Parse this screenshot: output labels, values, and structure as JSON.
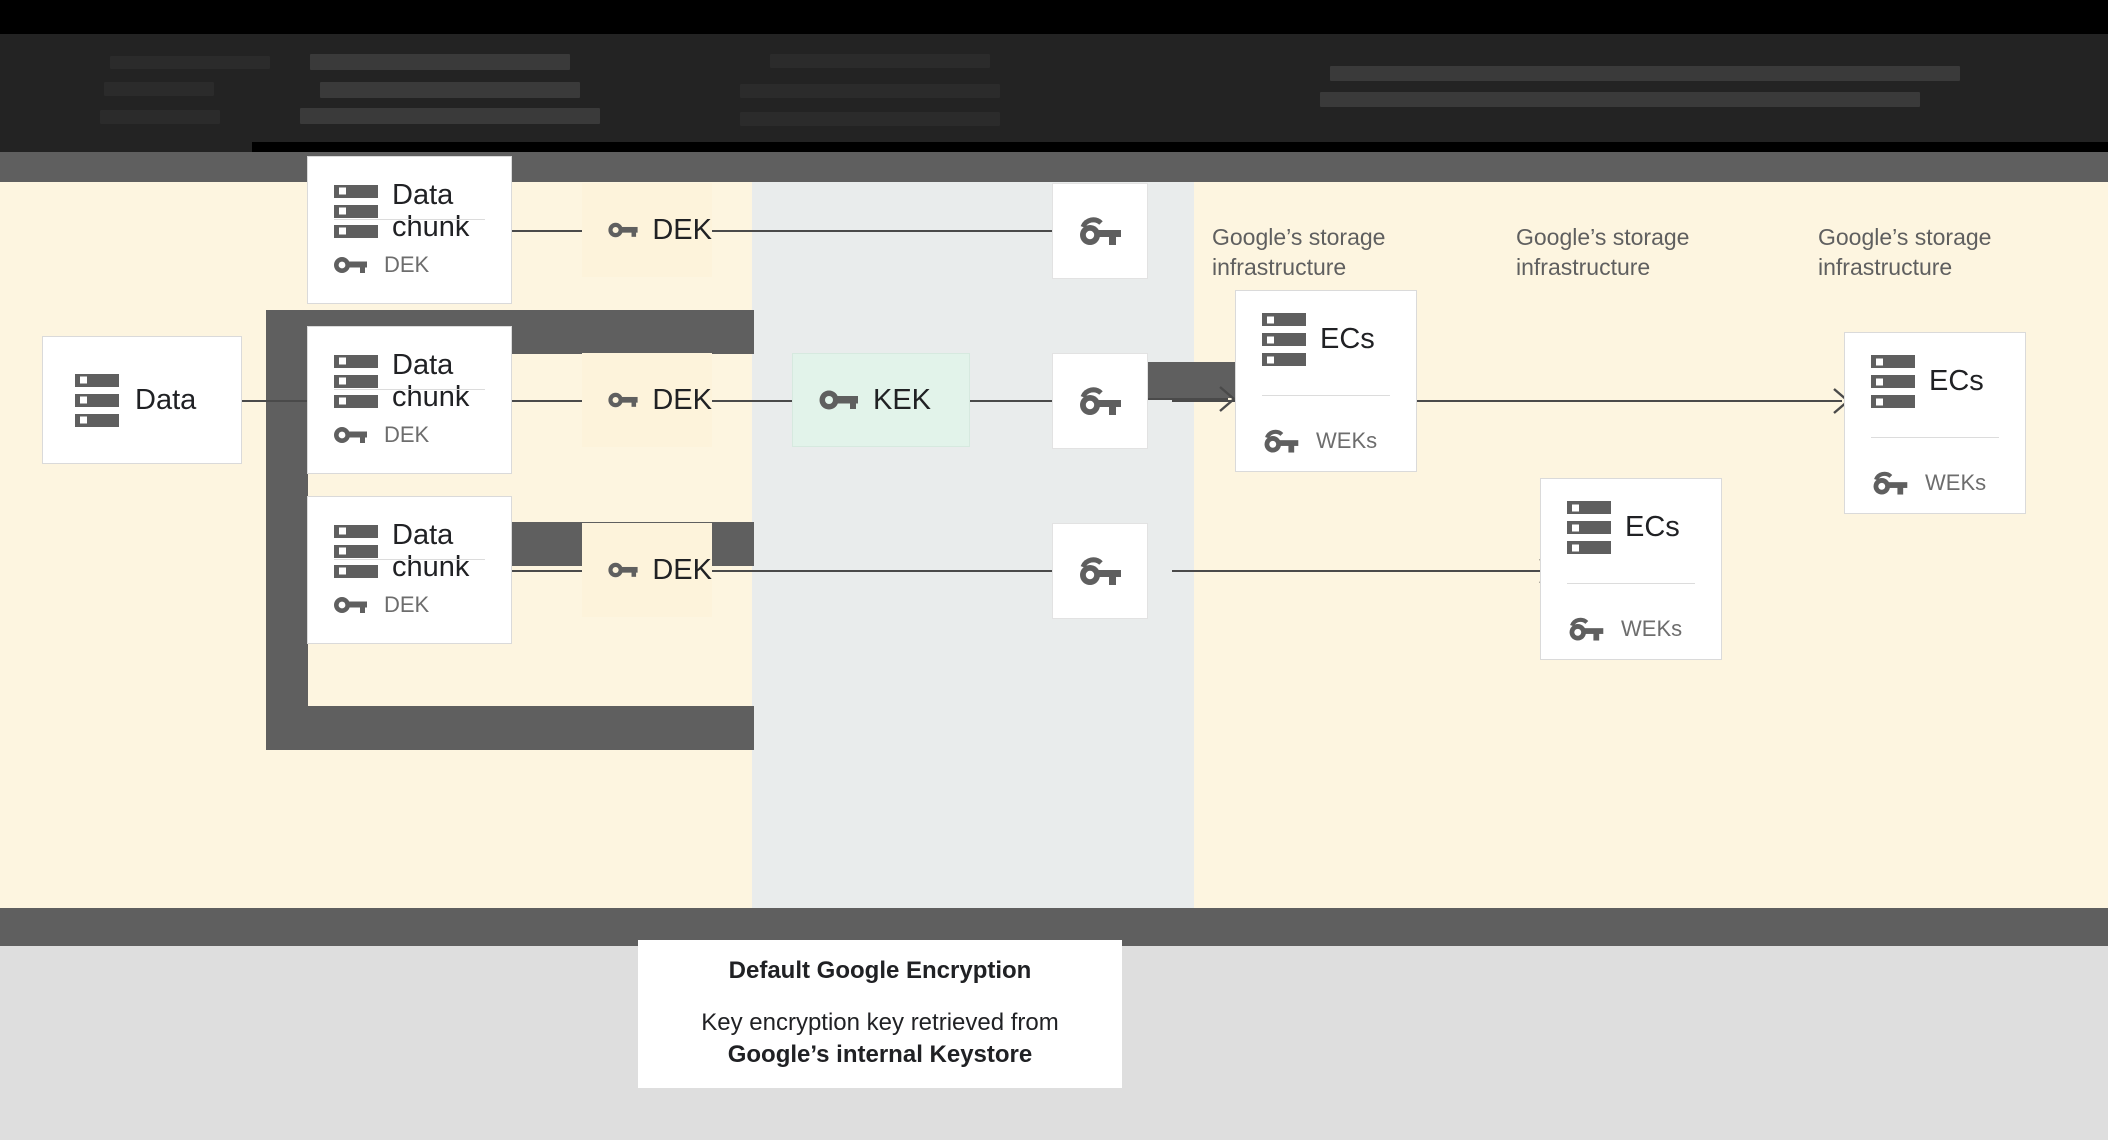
{
  "header": {
    "redacted": true,
    "note": "obscured dark-on-dark text"
  },
  "diagram": {
    "source": {
      "title": "Data",
      "icon": "server-icon"
    },
    "chunks": [
      {
        "title": "Data chunk",
        "sub": "DEK",
        "icon": "server-icon",
        "sub_icon": "key-icon"
      },
      {
        "title": "Data chunk",
        "sub": "DEK",
        "icon": "server-icon",
        "sub_icon": "key-icon"
      },
      {
        "title": "Data chunk",
        "sub": "DEK",
        "icon": "server-icon",
        "sub_icon": "key-icon"
      }
    ],
    "deks": [
      {
        "label": "DEK",
        "icon": "key-icon"
      },
      {
        "label": "DEK",
        "icon": "key-icon"
      },
      {
        "label": "DEK",
        "icon": "key-icon"
      }
    ],
    "kek": {
      "label": "KEK",
      "icon": "key-icon"
    },
    "weks": [
      {
        "icon": "wrapped-key-icon"
      },
      {
        "icon": "wrapped-key-icon"
      },
      {
        "icon": "wrapped-key-icon"
      }
    ],
    "infra_labels": [
      "Google’s storage infrastructure",
      "Google’s storage infrastructure",
      "Google’s storage infrastructure"
    ],
    "ec_cards": [
      {
        "title": "ECs",
        "sub": "WEKs",
        "icon": "server-icon",
        "sub_icon": "wrapped-key-icon"
      },
      {
        "title": "ECs",
        "sub": "WEKs",
        "icon": "server-icon",
        "sub_icon": "wrapped-key-icon"
      },
      {
        "title": "ECs",
        "sub": "WEKs",
        "icon": "server-icon",
        "sub_icon": "wrapped-key-icon"
      }
    ]
  },
  "caption": {
    "title": "Default Google Encryption",
    "line1": "Key encryption key retrieved from",
    "line2": "Google’s internal Keystore"
  },
  "colors": {
    "cream": "#fdf5e0",
    "mid_column": "#e9ecec",
    "dek_fill": "#fdf3db",
    "kek_fill": "#e2f3ea",
    "band_gray": "#5f5f5f",
    "footer_gray": "#dedede",
    "icon_gray": "#5f5f5f",
    "header_black": "#000000"
  }
}
